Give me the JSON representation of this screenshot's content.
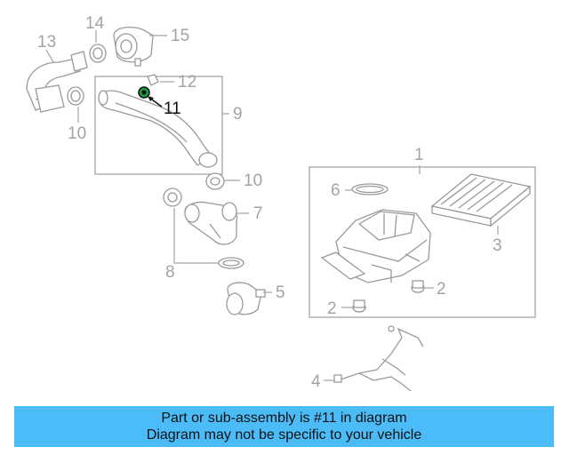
{
  "diagram": {
    "callouts": [
      "13",
      "14",
      "15",
      "12",
      "11",
      "9",
      "10",
      "10",
      "1",
      "6",
      "3",
      "7",
      "8",
      "5",
      "2",
      "2",
      "4"
    ],
    "highlighted_callout": "11",
    "colors": {
      "highlight": "#111111",
      "parts": "#9a9a9a",
      "banner": "#4bbcf7"
    }
  },
  "banner": {
    "line1": "Part or sub-assembly is #11 in diagram",
    "line2": "Diagram may not be specific to your vehicle"
  }
}
